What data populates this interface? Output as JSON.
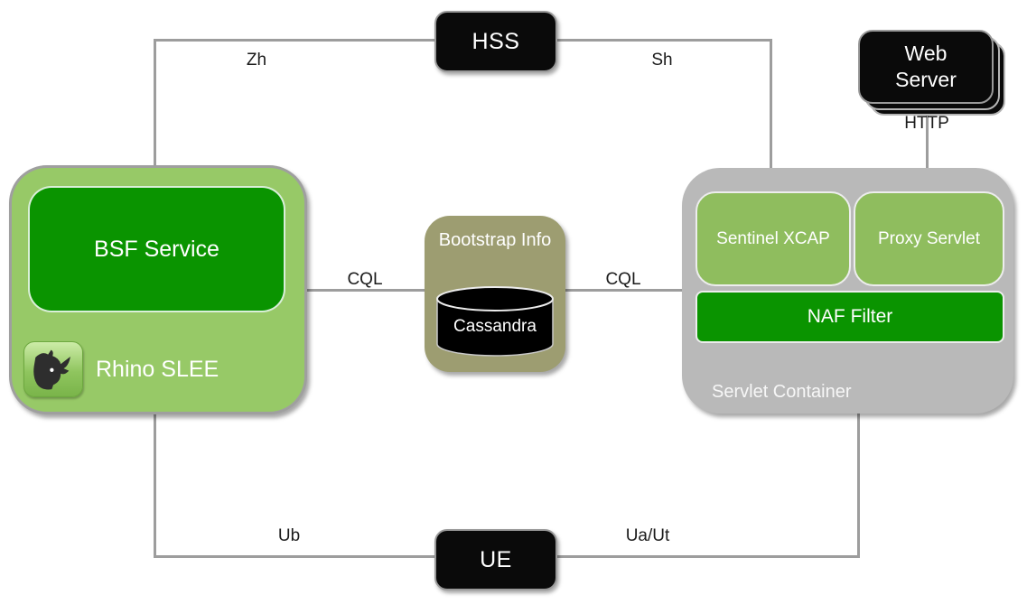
{
  "diagram": {
    "nodes": {
      "hss": {
        "label": "HSS"
      },
      "web_server": {
        "label": "Web Server"
      },
      "ue": {
        "label": "UE"
      },
      "rhino_slee": {
        "label": "Rhino SLEE",
        "bsf_service": "BSF Service",
        "icon": "rhino-logo-icon"
      },
      "bootstrap": {
        "label": "Bootstrap Info",
        "database": "Cassandra",
        "icon": "database-cylinder-icon"
      },
      "servlet_container": {
        "label": "Servlet Container",
        "sentinel_xcap": "Sentinel XCAP",
        "proxy_servlet": "Proxy Servlet",
        "naf_filter": "NAF Filter"
      }
    },
    "edge_labels": {
      "zh": "Zh",
      "sh": "Sh",
      "http": "HTTP",
      "cql_left": "CQL",
      "cql_right": "CQL",
      "ub": "Ub",
      "ua_ut": "Ua/Ut"
    },
    "colors": {
      "bright_green": "#0a9400",
      "light_green": "#97c967",
      "mid_green": "#8fbd5e",
      "olive": "#9d9d71",
      "container_gray": "#b9b9b9",
      "line_gray": "#9d9d9d",
      "node_black": "#0a0a0a",
      "label_text": "#1b1b1b"
    }
  }
}
